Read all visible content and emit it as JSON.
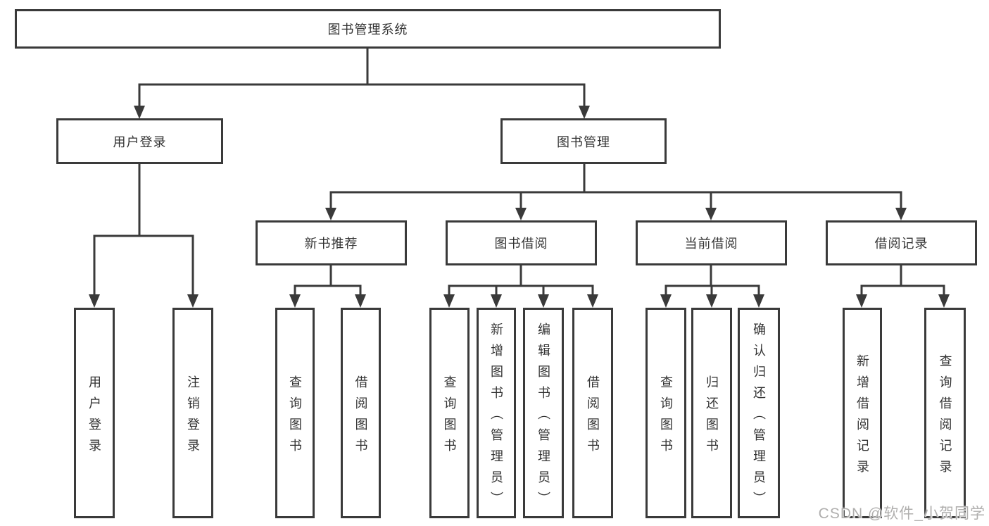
{
  "diagram": {
    "root": {
      "label": "图书管理系统"
    },
    "level2": [
      {
        "label": "用户登录"
      },
      {
        "label": "图书管理"
      }
    ],
    "level3": [
      {
        "label": "新书推荐"
      },
      {
        "label": "图书借阅"
      },
      {
        "label": "当前借阅"
      },
      {
        "label": "借阅记录"
      }
    ],
    "leaves": {
      "user_login": [
        "用户登录",
        "注销登录"
      ],
      "new_book": [
        "查询图书",
        "借阅图书"
      ],
      "book_borrow": [
        "查询图书",
        "新增图书（管理员）",
        "编辑图书（管理员）",
        "借阅图书"
      ],
      "current_borrow": [
        "查询图书",
        "归还图书",
        "确认归还（管理员）"
      ],
      "borrow_records": [
        "新增借阅记录",
        "查询借阅记录"
      ]
    }
  },
  "watermark": {
    "text": "CSDN @软件_小贺同学"
  },
  "colors": {
    "line": "#3a3a3a",
    "box_border": "#3a3a3a",
    "text": "#333333",
    "watermark": "#b0afae",
    "background": "#ffffff"
  }
}
